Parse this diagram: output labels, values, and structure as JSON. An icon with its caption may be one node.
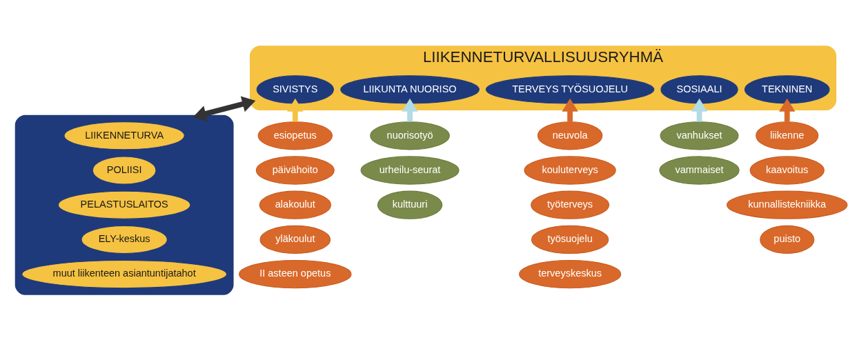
{
  "diagram": {
    "nodes": [
      {
        "text": [
          "LIIKENNETURVALLISUUSRYHMÄ"
        ]
      },
      {
        "text": [
          "SIVISTYS"
        ],
        "in": 0
      },
      {
        "text": [
          "LIIKUNTA NUORISO"
        ],
        "in": 0
      },
      {
        "text": [
          "TERVEYS TYÖSUOJELU"
        ],
        "in": 0
      },
      {
        "text": [
          "SOSIAALI"
        ],
        "in": 0
      },
      {
        "text": [
          "TEKNINEN"
        ],
        "in": 0
      },
      {
        "text": [],
        "shape": "box"
      },
      {
        "text": [
          "LIIKENNETURVA"
        ],
        "in": 6
      },
      {
        "text": [
          "POLIISI"
        ],
        "in": 6
      },
      {
        "text": [
          "PELASTUSLAITOS"
        ],
        "in": 6
      },
      {
        "text": [
          "ELY-keskus"
        ],
        "in": 6
      },
      {
        "text": [
          "muut liikenteen asiantuntijatahot"
        ],
        "in": 6
      },
      {
        "text": [
          "päivähoito"
        ]
      },
      {
        "text": [
          "esiopetus"
        ]
      },
      {
        "text": [
          "alakoulut"
        ]
      },
      {
        "text": [
          "yläkoulut"
        ]
      },
      {
        "text": [
          "II asteen opetus"
        ]
      },
      {
        "text": [
          "nuorisotyö"
        ]
      },
      {
        "text": [
          "urheilu-seurat"
        ]
      },
      {
        "text": [
          "kulttuuri"
        ]
      },
      {
        "text": [
          "neuvola"
        ]
      },
      {
        "text": [
          "kouluterveys"
        ]
      },
      {
        "text": [
          "työterveys"
        ]
      },
      {
        "text": [
          "työsuojelu"
        ]
      },
      {
        "text": [
          "terveyskeskus"
        ]
      },
      {
        "text": [
          "vanhukset"
        ]
      },
      {
        "text": [
          "vammaiset"
        ]
      },
      {
        "text": [
          "liikenne"
        ]
      },
      {
        "text": [
          "kaavoitus"
        ]
      },
      {
        "text": [
          "kunnallistekniikka"
        ]
      },
      {
        "text": [
          "puisto"
        ]
      }
    ],
    "edges": [
      {
        "from": 6,
        "to": 0,
        "arrow": "both",
        "color": "#333333"
      },
      {
        "from": 13,
        "to": 1,
        "arrow": "to",
        "color": "#f5c242"
      },
      {
        "from": 17,
        "to": 2,
        "arrow": "to",
        "color": "#b3dbe3"
      },
      {
        "from": 20,
        "to": 3,
        "arrow": "to",
        "color": "#d9692a"
      },
      {
        "from": 25,
        "to": 4,
        "arrow": "to",
        "color": "#b3dbe3"
      },
      {
        "from": 27,
        "to": 5,
        "arrow": "to",
        "color": "#d9692a"
      }
    ]
  }
}
